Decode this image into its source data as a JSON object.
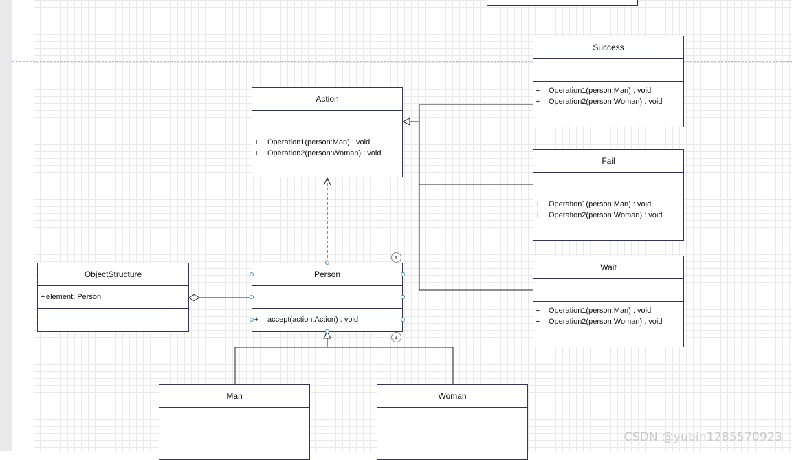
{
  "classes": {
    "top_partial": {
      "name": ""
    },
    "success": {
      "name": "Success",
      "operations": [
        {
          "vis": "+",
          "text": "Operation1(person:Man) : void"
        },
        {
          "vis": "+",
          "text": "Operation2(person:Woman) : void"
        }
      ]
    },
    "action": {
      "name": "Action",
      "operations": [
        {
          "vis": "+",
          "text": "Operation1(person:Man) : void"
        },
        {
          "vis": "+",
          "text": "Operation2(person:Woman) : void"
        }
      ]
    },
    "fail": {
      "name": "Fail",
      "operations": [
        {
          "vis": "+",
          "text": "Operation1(person:Man) : void"
        },
        {
          "vis": "+",
          "text": "Operation2(person:Woman) : void"
        }
      ]
    },
    "wait": {
      "name": "Wait",
      "operations": [
        {
          "vis": "+",
          "text": "Operation1(person:Man) : void"
        },
        {
          "vis": "+",
          "text": "Operation2(person:Woman) : void"
        }
      ]
    },
    "object_structure": {
      "name": "ObjectStructure",
      "attributes": [
        {
          "vis": "+",
          "text": "element: Person"
        }
      ]
    },
    "person": {
      "name": "Person",
      "operations": [
        {
          "vis": "+",
          "text": "accept(action:Action) : void"
        }
      ]
    },
    "man": {
      "name": "Man"
    },
    "woman": {
      "name": "Woman"
    }
  },
  "relationships": [
    {
      "type": "generalization",
      "from": "Success",
      "to": "Action"
    },
    {
      "type": "generalization",
      "from": "Fail",
      "to": "Action"
    },
    {
      "type": "generalization",
      "from": "Wait",
      "to": "Action"
    },
    {
      "type": "dependency",
      "from": "Person",
      "to": "Action"
    },
    {
      "type": "aggregation",
      "from": "Person",
      "to": "ObjectStructure"
    },
    {
      "type": "generalization",
      "from": "Man",
      "to": "Person"
    },
    {
      "type": "generalization",
      "from": "Woman",
      "to": "Person"
    }
  ],
  "icons": {
    "collapse_up": "triangle-down-circle-icon",
    "collapse_down": "triangle-up-circle-icon"
  },
  "colors": {
    "border": "#33335a",
    "selection": "#3a8fd6",
    "grid": "#e9e9e9"
  },
  "watermark": "CSDN @yubin1285570923"
}
